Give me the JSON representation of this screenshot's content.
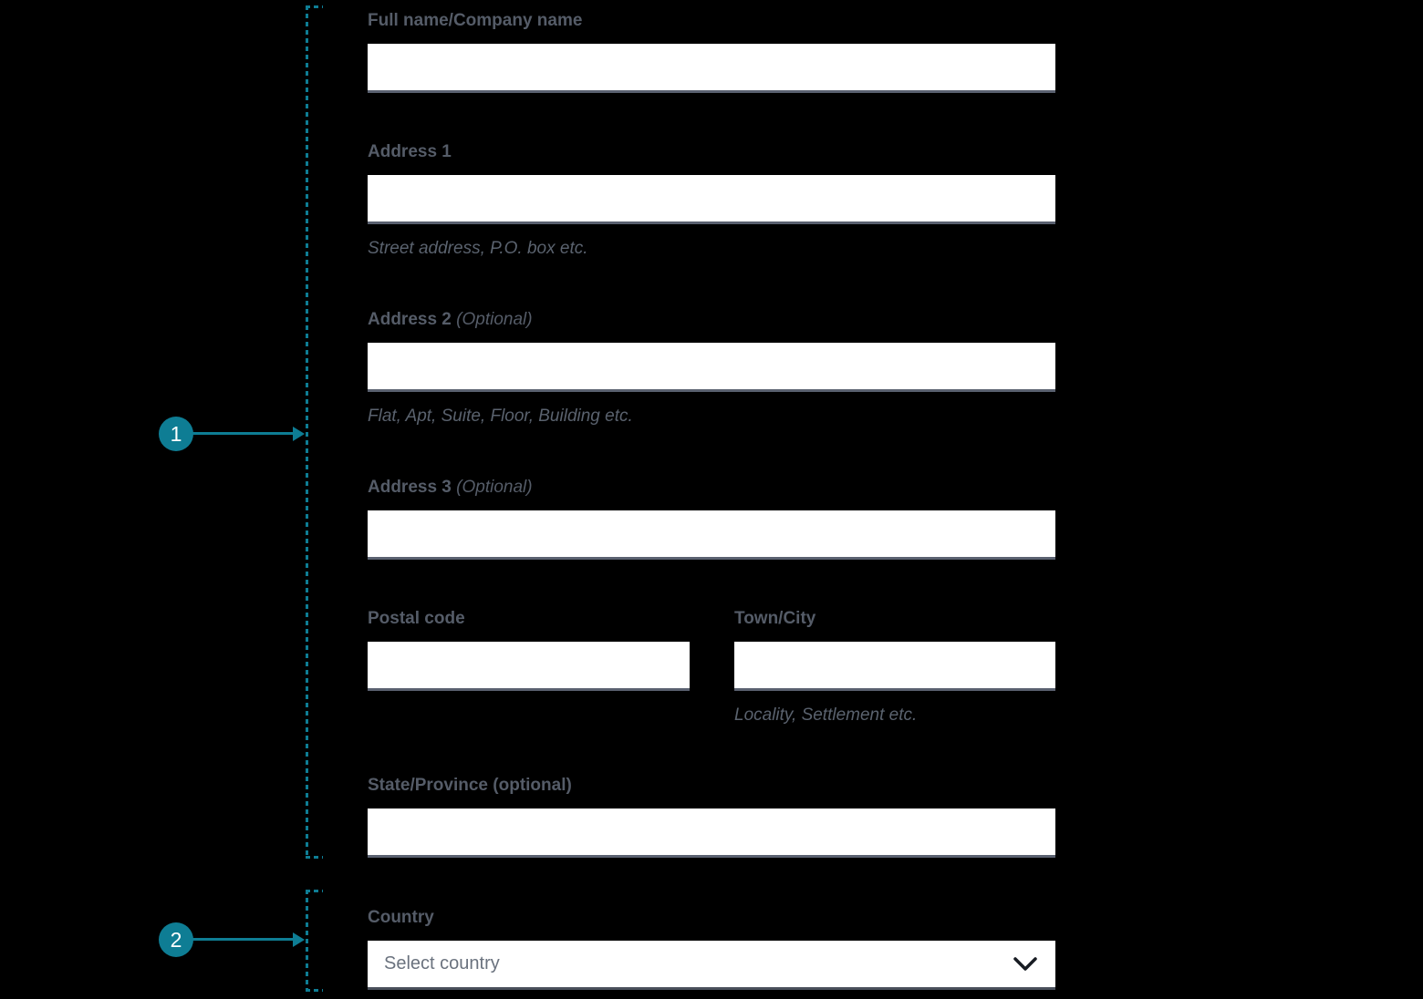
{
  "page": {
    "background": "#000000"
  },
  "annotations": {
    "accent_color": "#0E7D94",
    "markers": [
      {
        "number": "1"
      },
      {
        "number": "2"
      }
    ]
  },
  "form": {
    "fields": [
      {
        "label": "Full name/Company name",
        "value": ""
      },
      {
        "label": "Address 1",
        "value": "",
        "hint": "Street address, P.O. box etc."
      },
      {
        "label": "Address 2",
        "label_suffix": " (Optional)",
        "value": "",
        "hint": "Flat, Apt, Suite, Floor, Building etc."
      },
      {
        "label": "Address 3",
        "label_suffix": " (Optional)",
        "value": ""
      },
      {
        "label": "Postal code",
        "value": ""
      },
      {
        "label": "Town/City",
        "value": "",
        "hint": "Locality, Settlement etc."
      },
      {
        "label": "State/Province (optional)",
        "value": ""
      },
      {
        "label": "Country",
        "selected_value": "Select country"
      }
    ],
    "icons": {
      "country_dropdown": "chevron-down-icon"
    }
  }
}
